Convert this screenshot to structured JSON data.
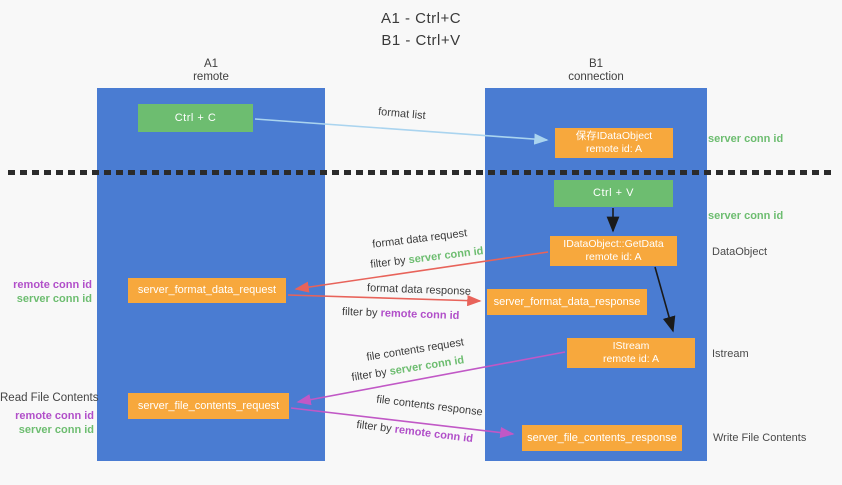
{
  "colors": {
    "background": "#f8f8f8",
    "column_blue": "#4a7cd2",
    "node_green": "#6dbd70",
    "node_orange": "#f7a83d",
    "green_text": "#6dbd70",
    "purple_text": "#b14fc9",
    "red_arrow": "#e8635a",
    "magenta_arrow": "#c158c6",
    "light_blue_arrow": "#aad4ef",
    "black_arrow": "#1a1a1a",
    "gray_label_text": "#4a4a4a",
    "dotted_line": "#2b2b2b"
  },
  "title": {
    "line1": "A1 - Ctrl+C",
    "line2": "B1 - Ctrl+V"
  },
  "columns": {
    "a1": {
      "name": "A1",
      "subtitle": "remote"
    },
    "b1": {
      "name": "B1",
      "subtitle": "connection"
    }
  },
  "nodes": {
    "ctrl_c": {
      "label": "Ctrl + C"
    },
    "ctrl_v": {
      "label": "Ctrl + V"
    },
    "save_dataobject": {
      "line1": "保存IDataObject",
      "line2": "remote id: A"
    },
    "getdata": {
      "line1": "IDataObject::GetData",
      "line2": "remote id: A"
    },
    "istream": {
      "line1": "IStream",
      "line2": "remote id: A"
    },
    "format_request": {
      "label": "server_format_data_request"
    },
    "format_response": {
      "label": "server_format_data_response"
    },
    "file_request": {
      "label": "server_file_contents_request"
    },
    "file_response": {
      "label": "server_file_contents_response"
    }
  },
  "arrow_labels": {
    "format_list": "format list",
    "format_data_request": "format data request",
    "format_data_request_filter": {
      "prefix": "filter by",
      "value": "server conn id"
    },
    "format_data_response": "format data response",
    "format_data_response_filter": {
      "prefix": "filter by",
      "value": "remote conn id"
    },
    "file_contents_request": "file contents request",
    "file_contents_request_filter": {
      "prefix": "filter by",
      "value": "server conn id"
    },
    "file_contents_response": "file contents response",
    "file_contents_response_filter": {
      "prefix": "filter by",
      "value": "remote conn id"
    }
  },
  "side_labels": {
    "server_conn_id_top": "server conn id",
    "server_conn_id_mid": "server conn id",
    "dataobject": "DataObject",
    "istream": "Istream",
    "write_file_contents": "Write File Contents",
    "read_file_contents": "Read File Contents",
    "format_remote_conn_id": "remote conn id",
    "format_server_conn_id": "server conn id",
    "file_remote_conn_id": "remote conn id",
    "file_server_conn_id": "server conn id"
  }
}
